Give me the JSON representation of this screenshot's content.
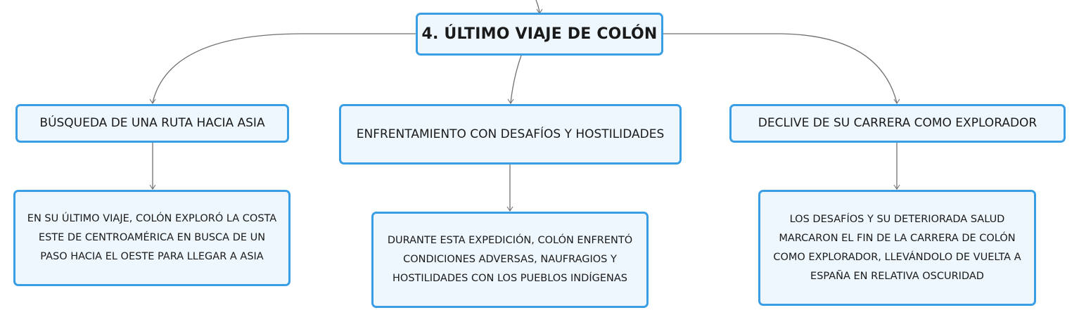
{
  "central": {
    "label": "4. ÚLTIMO VIAJE DE COLÓN"
  },
  "topics": [
    {
      "label": "BÚSQUEDA DE UNA RUTA HACIA ASIA"
    },
    {
      "label": "ENFRENTAMIENTO CON DESAFÍOS Y HOSTILIDADES"
    },
    {
      "label": "DECLIVE DE SU CARRERA COMO EXPLORADOR"
    }
  ],
  "details": [
    {
      "label": "EN SU ÚLTIMO VIAJE, COLÓN EXPLORÓ LA COSTA ESTE DE CENTROAMÉRICA EN BUSCA DE UN PASO HACIA EL OESTE PARA LLEGAR A ASIA"
    },
    {
      "label": "DURANTE ESTA EXPEDICIÓN, COLÓN ENFRENTÓ CONDICIONES ADVERSAS, NAUFRAGIOS Y HOSTILIDADES CON LOS PUEBLOS INDÍGENAS"
    },
    {
      "label": "LOS DESAFÍOS Y SU DETERIORADA SALUD MARCARON EL FIN DE LA CARRERA DE COLÓN COMO EXPLORADOR, LLEVÁNDOLO DE VUELTA A ESPAÑA EN RELATIVA OSCURIDAD"
    }
  ],
  "colors": {
    "node_border": "#3a9ee4",
    "node_fill": "#eef7fd",
    "connector": "#707070",
    "text": "#1a1a1a"
  }
}
